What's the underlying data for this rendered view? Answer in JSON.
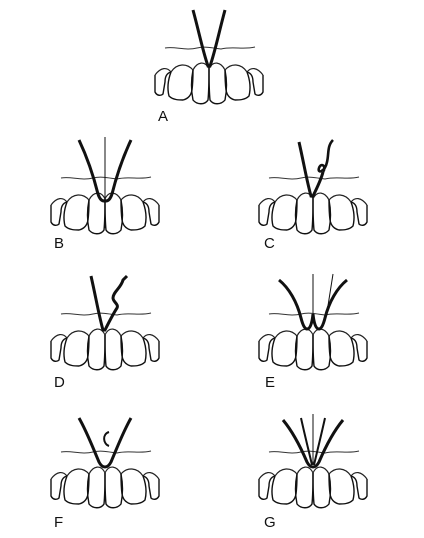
{
  "panels": [
    {
      "label": "A",
      "frenum": "simple"
    },
    {
      "label": "B",
      "frenum": "persistent-tectolabial"
    },
    {
      "label": "C",
      "frenum": "nodule"
    },
    {
      "label": "D",
      "frenum": "appendix"
    },
    {
      "label": "E",
      "frenum": "bifid"
    },
    {
      "label": "F",
      "frenum": "nichum"
    },
    {
      "label": "G",
      "frenum": "double"
    }
  ],
  "colors": {
    "ink": "#111111",
    "thin": "#333333"
  }
}
